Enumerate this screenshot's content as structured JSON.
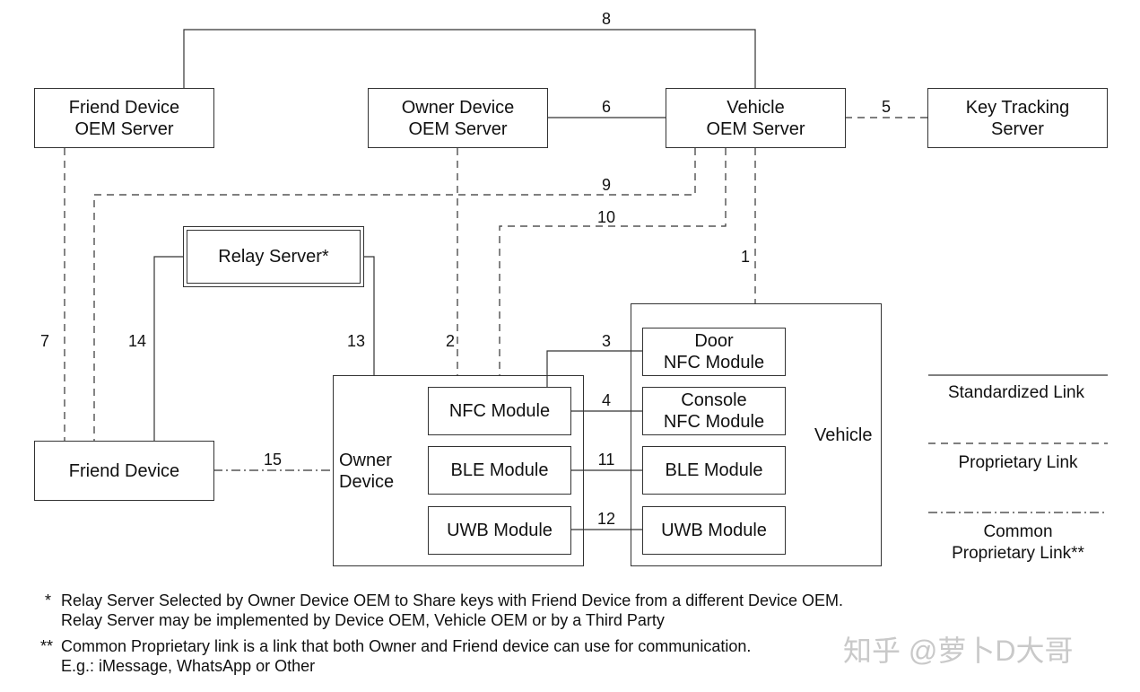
{
  "boxes": {
    "friend_oem": [
      "Friend Device",
      "OEM Server"
    ],
    "owner_oem": [
      "Owner Device",
      "OEM Server"
    ],
    "vehicle_oem": [
      "Vehicle",
      "OEM Server"
    ],
    "key_tracking": [
      "Key Tracking",
      "Server"
    ],
    "relay": "Relay Server*",
    "friend_device": "Friend Device",
    "owner_device": [
      "Owner",
      "Device"
    ],
    "vehicle": "Vehicle",
    "owner_nfc": "NFC Module",
    "owner_ble": "BLE Module",
    "owner_uwb": "UWB Module",
    "door_nfc": [
      "Door",
      "NFC Module"
    ],
    "console_nfc": [
      "Console",
      "NFC Module"
    ],
    "vehicle_ble": "BLE Module",
    "vehicle_uwb": "UWB Module"
  },
  "link_numbers": [
    "1",
    "2",
    "3",
    "4",
    "5",
    "6",
    "7",
    "8",
    "9",
    "10",
    "11",
    "12",
    "13",
    "14",
    "15"
  ],
  "legend": {
    "standardized": "Standardized Link",
    "proprietary": "Proprietary Link",
    "common": [
      "Common",
      "Proprietary Link**"
    ]
  },
  "footnotes": {
    "one_mark": "*",
    "one_line1": "Relay Server Selected by Owner Device OEM to Share keys with Friend Device from a different Device OEM.",
    "one_line2": "Relay Server may be implemented by Device OEM, Vehicle OEM or by a Third Party",
    "two_mark": "**",
    "two_line1": "Common Proprietary link is a link that both Owner and Friend device can use for communication.",
    "two_line2": "E.g.: iMessage, WhatsApp or Other"
  },
  "watermark": "知乎 @萝卜D大哥",
  "colors": {
    "line": "#333333",
    "watermark": "#c9c9c9"
  }
}
